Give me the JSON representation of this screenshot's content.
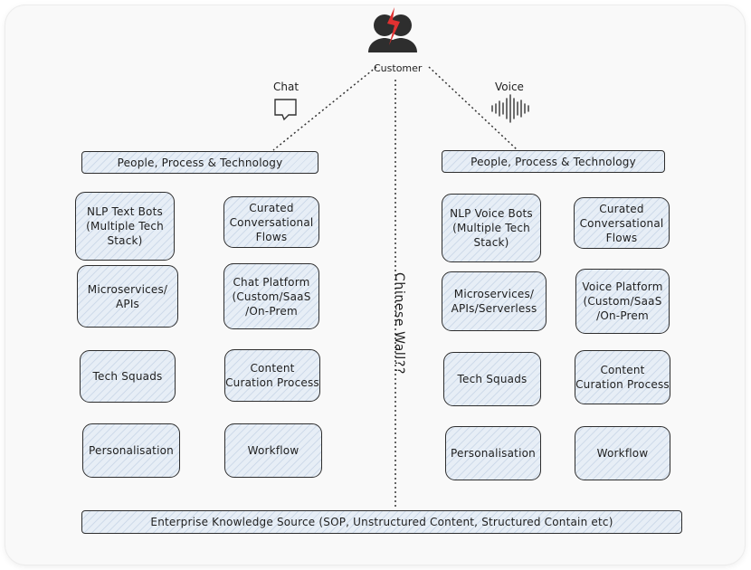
{
  "customer": {
    "label": "Customer"
  },
  "channels": {
    "chat": "Chat",
    "voice": "Voice"
  },
  "wall_label": "Chinese Wall??",
  "left": {
    "header": "People, Process & Technology",
    "nlp": "NLP Text Bots (Multiple Tech Stack)",
    "flows": "Curated Conversational Flows",
    "micro": "Microservices/ APIs",
    "platform": "Chat Platform (Custom/SaaS /On-Prem",
    "squads": "Tech Squads",
    "curation": "Content Curation Process",
    "personal": "Personalisation",
    "workflow": "Workflow"
  },
  "right": {
    "header": "People, Process & Technology",
    "nlp": "NLP Voice Bots (Multiple Tech Stack)",
    "flows": "Curated Conversational Flows",
    "micro": "Microservices/ APIs/Serverless",
    "platform": "Voice Platform (Custom/SaaS /On-Prem",
    "squads": "Tech Squads",
    "curation": "Content Curation Process",
    "personal": "Personalisation",
    "workflow": "Workflow"
  },
  "footer": "Enterprise Knowledge Source (SOP, Unstructured Content, Structured Contain etc)",
  "colors": {
    "box_fill": "#e7eef6",
    "stroke": "#2e2e2e",
    "accent": "#e03131"
  }
}
